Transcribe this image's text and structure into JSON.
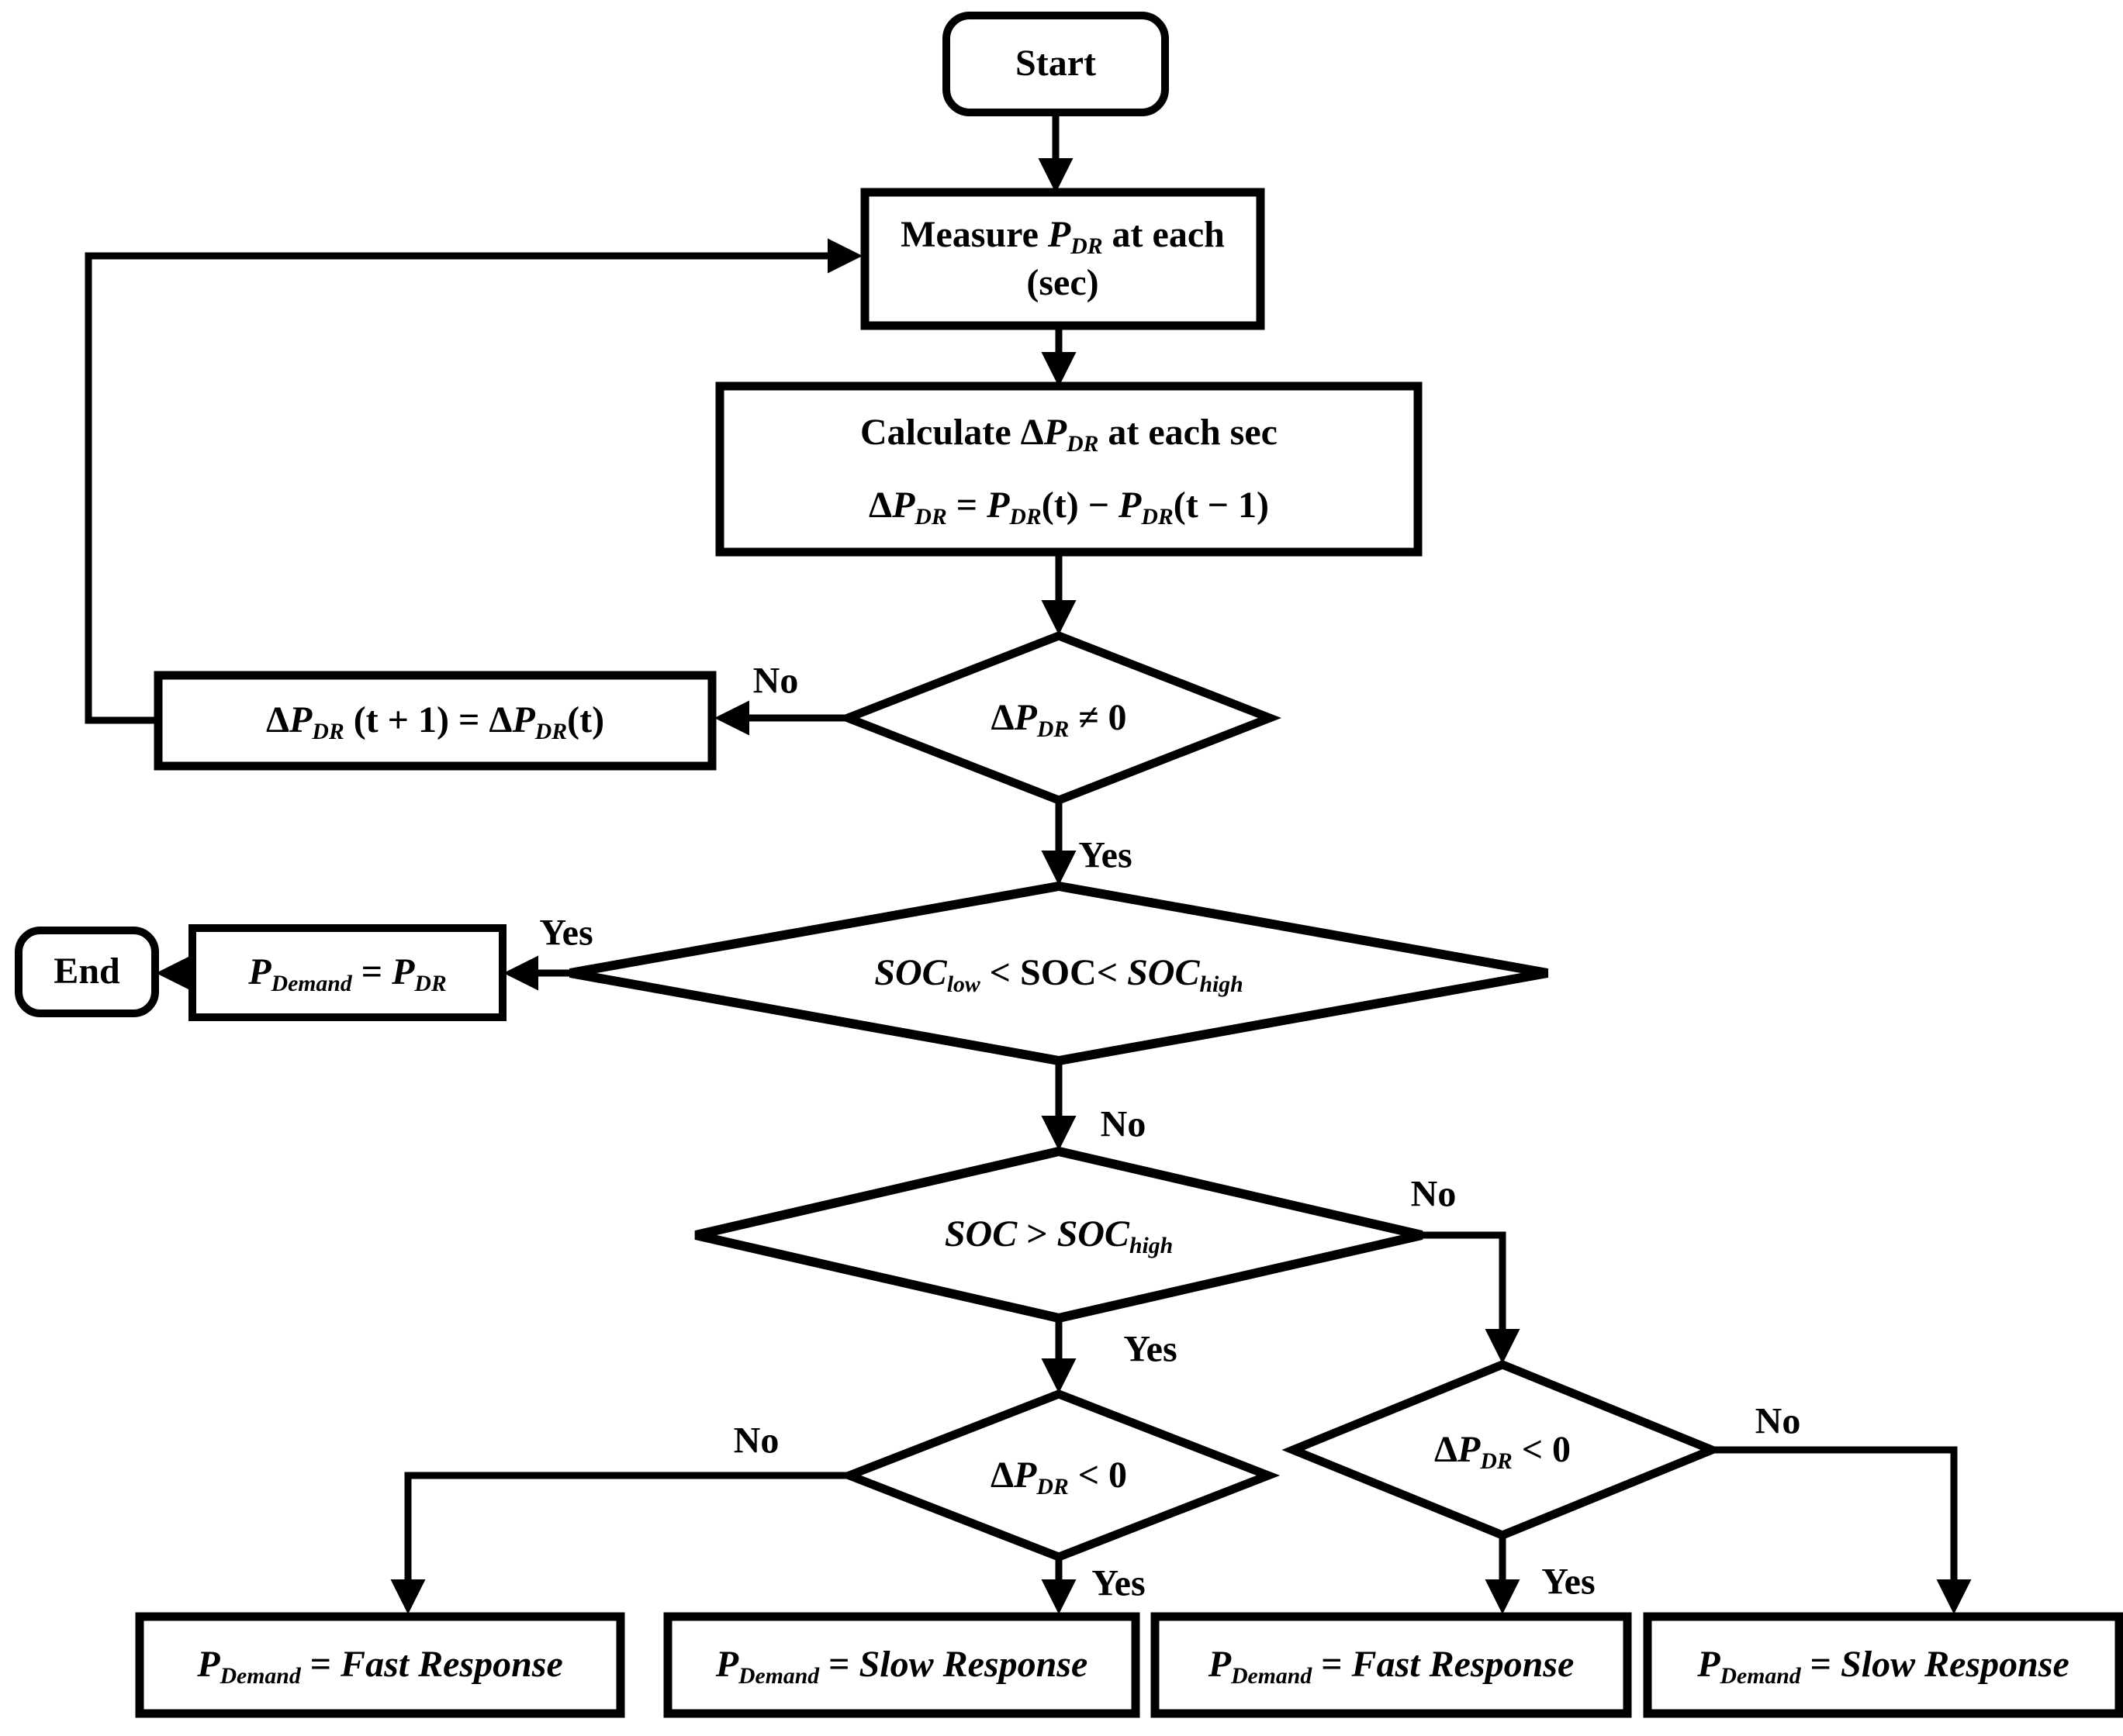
{
  "diagram": {
    "background": "#ffffff",
    "line_color": "#000000"
  },
  "nodes": {
    "start": {
      "label": "Start"
    },
    "measure": {
      "line1": [
        {
          "t": "Measure "
        },
        {
          "t": "P",
          "i": true
        },
        {
          "t": "DR",
          "i": true,
          "s": true
        },
        {
          "t": " at each"
        }
      ],
      "line2": [
        {
          "t": "(sec)"
        }
      ]
    },
    "calculate": {
      "line1": [
        {
          "t": "Calculate Δ"
        },
        {
          "t": "P",
          "i": true
        },
        {
          "t": "DR",
          "i": true,
          "s": true
        },
        {
          "t": " at each sec"
        }
      ],
      "line2": [
        {
          "t": "Δ"
        },
        {
          "t": "P",
          "i": true
        },
        {
          "t": "DR",
          "i": true,
          "s": true
        },
        {
          "t": " = "
        },
        {
          "t": "P",
          "i": true
        },
        {
          "t": "DR",
          "i": true,
          "s": true
        },
        {
          "t": "(t) − "
        },
        {
          "t": "P",
          "i": true
        },
        {
          "t": "DR",
          "i": true,
          "s": true
        },
        {
          "t": "(t − 1)"
        }
      ]
    },
    "check_delta": {
      "text": [
        {
          "t": "Δ"
        },
        {
          "t": "P",
          "i": true
        },
        {
          "t": "DR",
          "i": true,
          "s": true
        },
        {
          "t": " ≠ 0"
        }
      ]
    },
    "hold_delta": {
      "text": [
        {
          "t": "Δ"
        },
        {
          "t": "P",
          "i": true
        },
        {
          "t": "DR",
          "i": true,
          "s": true
        },
        {
          "t": " (t + 1) = Δ"
        },
        {
          "t": "P",
          "i": true
        },
        {
          "t": "DR",
          "i": true,
          "s": true
        },
        {
          "t": "(t)"
        }
      ]
    },
    "soc_range": {
      "text": [
        {
          "t": "SOC",
          "i": true
        },
        {
          "t": "low",
          "i": true,
          "s": true
        },
        {
          "t": " < SOC< "
        },
        {
          "t": "SOC",
          "i": true
        },
        {
          "t": "high",
          "i": true,
          "s": true
        }
      ]
    },
    "p_demand_pdr": {
      "text": [
        {
          "t": "P",
          "i": true
        },
        {
          "t": "Demand",
          "i": true,
          "s": true
        },
        {
          "t": " = "
        },
        {
          "t": "P",
          "i": true
        },
        {
          "t": "DR",
          "i": true,
          "s": true
        }
      ]
    },
    "end": {
      "label": "End"
    },
    "soc_high": {
      "text": [
        {
          "t": "SOC",
          "i": true
        },
        {
          "t": " > "
        },
        {
          "t": "SOC",
          "i": true
        },
        {
          "t": "high",
          "i": true,
          "s": true
        }
      ]
    },
    "delta_neg_left": {
      "text": [
        {
          "t": "Δ"
        },
        {
          "t": "P",
          "i": true
        },
        {
          "t": "DR",
          "i": true,
          "s": true
        },
        {
          "t": " < 0"
        }
      ]
    },
    "delta_neg_right": {
      "text": [
        {
          "t": "Δ"
        },
        {
          "t": "P",
          "i": true
        },
        {
          "t": "DR",
          "i": true,
          "s": true
        },
        {
          "t": " < 0"
        }
      ]
    },
    "fast_response_left": {
      "text": [
        {
          "t": "P",
          "i": true
        },
        {
          "t": "Demand",
          "i": true,
          "s": true
        },
        {
          "t": " = "
        },
        {
          "t": "Fast Response",
          "i": true
        }
      ]
    },
    "slow_response_mid": {
      "text": [
        {
          "t": "P",
          "i": true
        },
        {
          "t": "Demand",
          "i": true,
          "s": true
        },
        {
          "t": " = "
        },
        {
          "t": "Slow Response",
          "i": true
        }
      ]
    },
    "fast_response_right": {
      "text": [
        {
          "t": "P",
          "i": true
        },
        {
          "t": "Demand",
          "i": true,
          "s": true
        },
        {
          "t": " = "
        },
        {
          "t": "Fast Response",
          "i": true
        }
      ]
    },
    "slow_response_right": {
      "text": [
        {
          "t": "P",
          "i": true
        },
        {
          "t": "Demand",
          "i": true,
          "s": true
        },
        {
          "t": " = "
        },
        {
          "t": "Slow Response",
          "i": true
        }
      ]
    }
  },
  "edge_labels": {
    "check_delta_no": "No",
    "check_delta_yes": "Yes",
    "soc_range_yes": "Yes",
    "soc_range_no": "No",
    "soc_high_no": "No",
    "soc_high_yes": "Yes",
    "delta_left_no": "No",
    "delta_left_yes": "Yes",
    "delta_right_no": "No",
    "delta_right_yes": "Yes"
  }
}
